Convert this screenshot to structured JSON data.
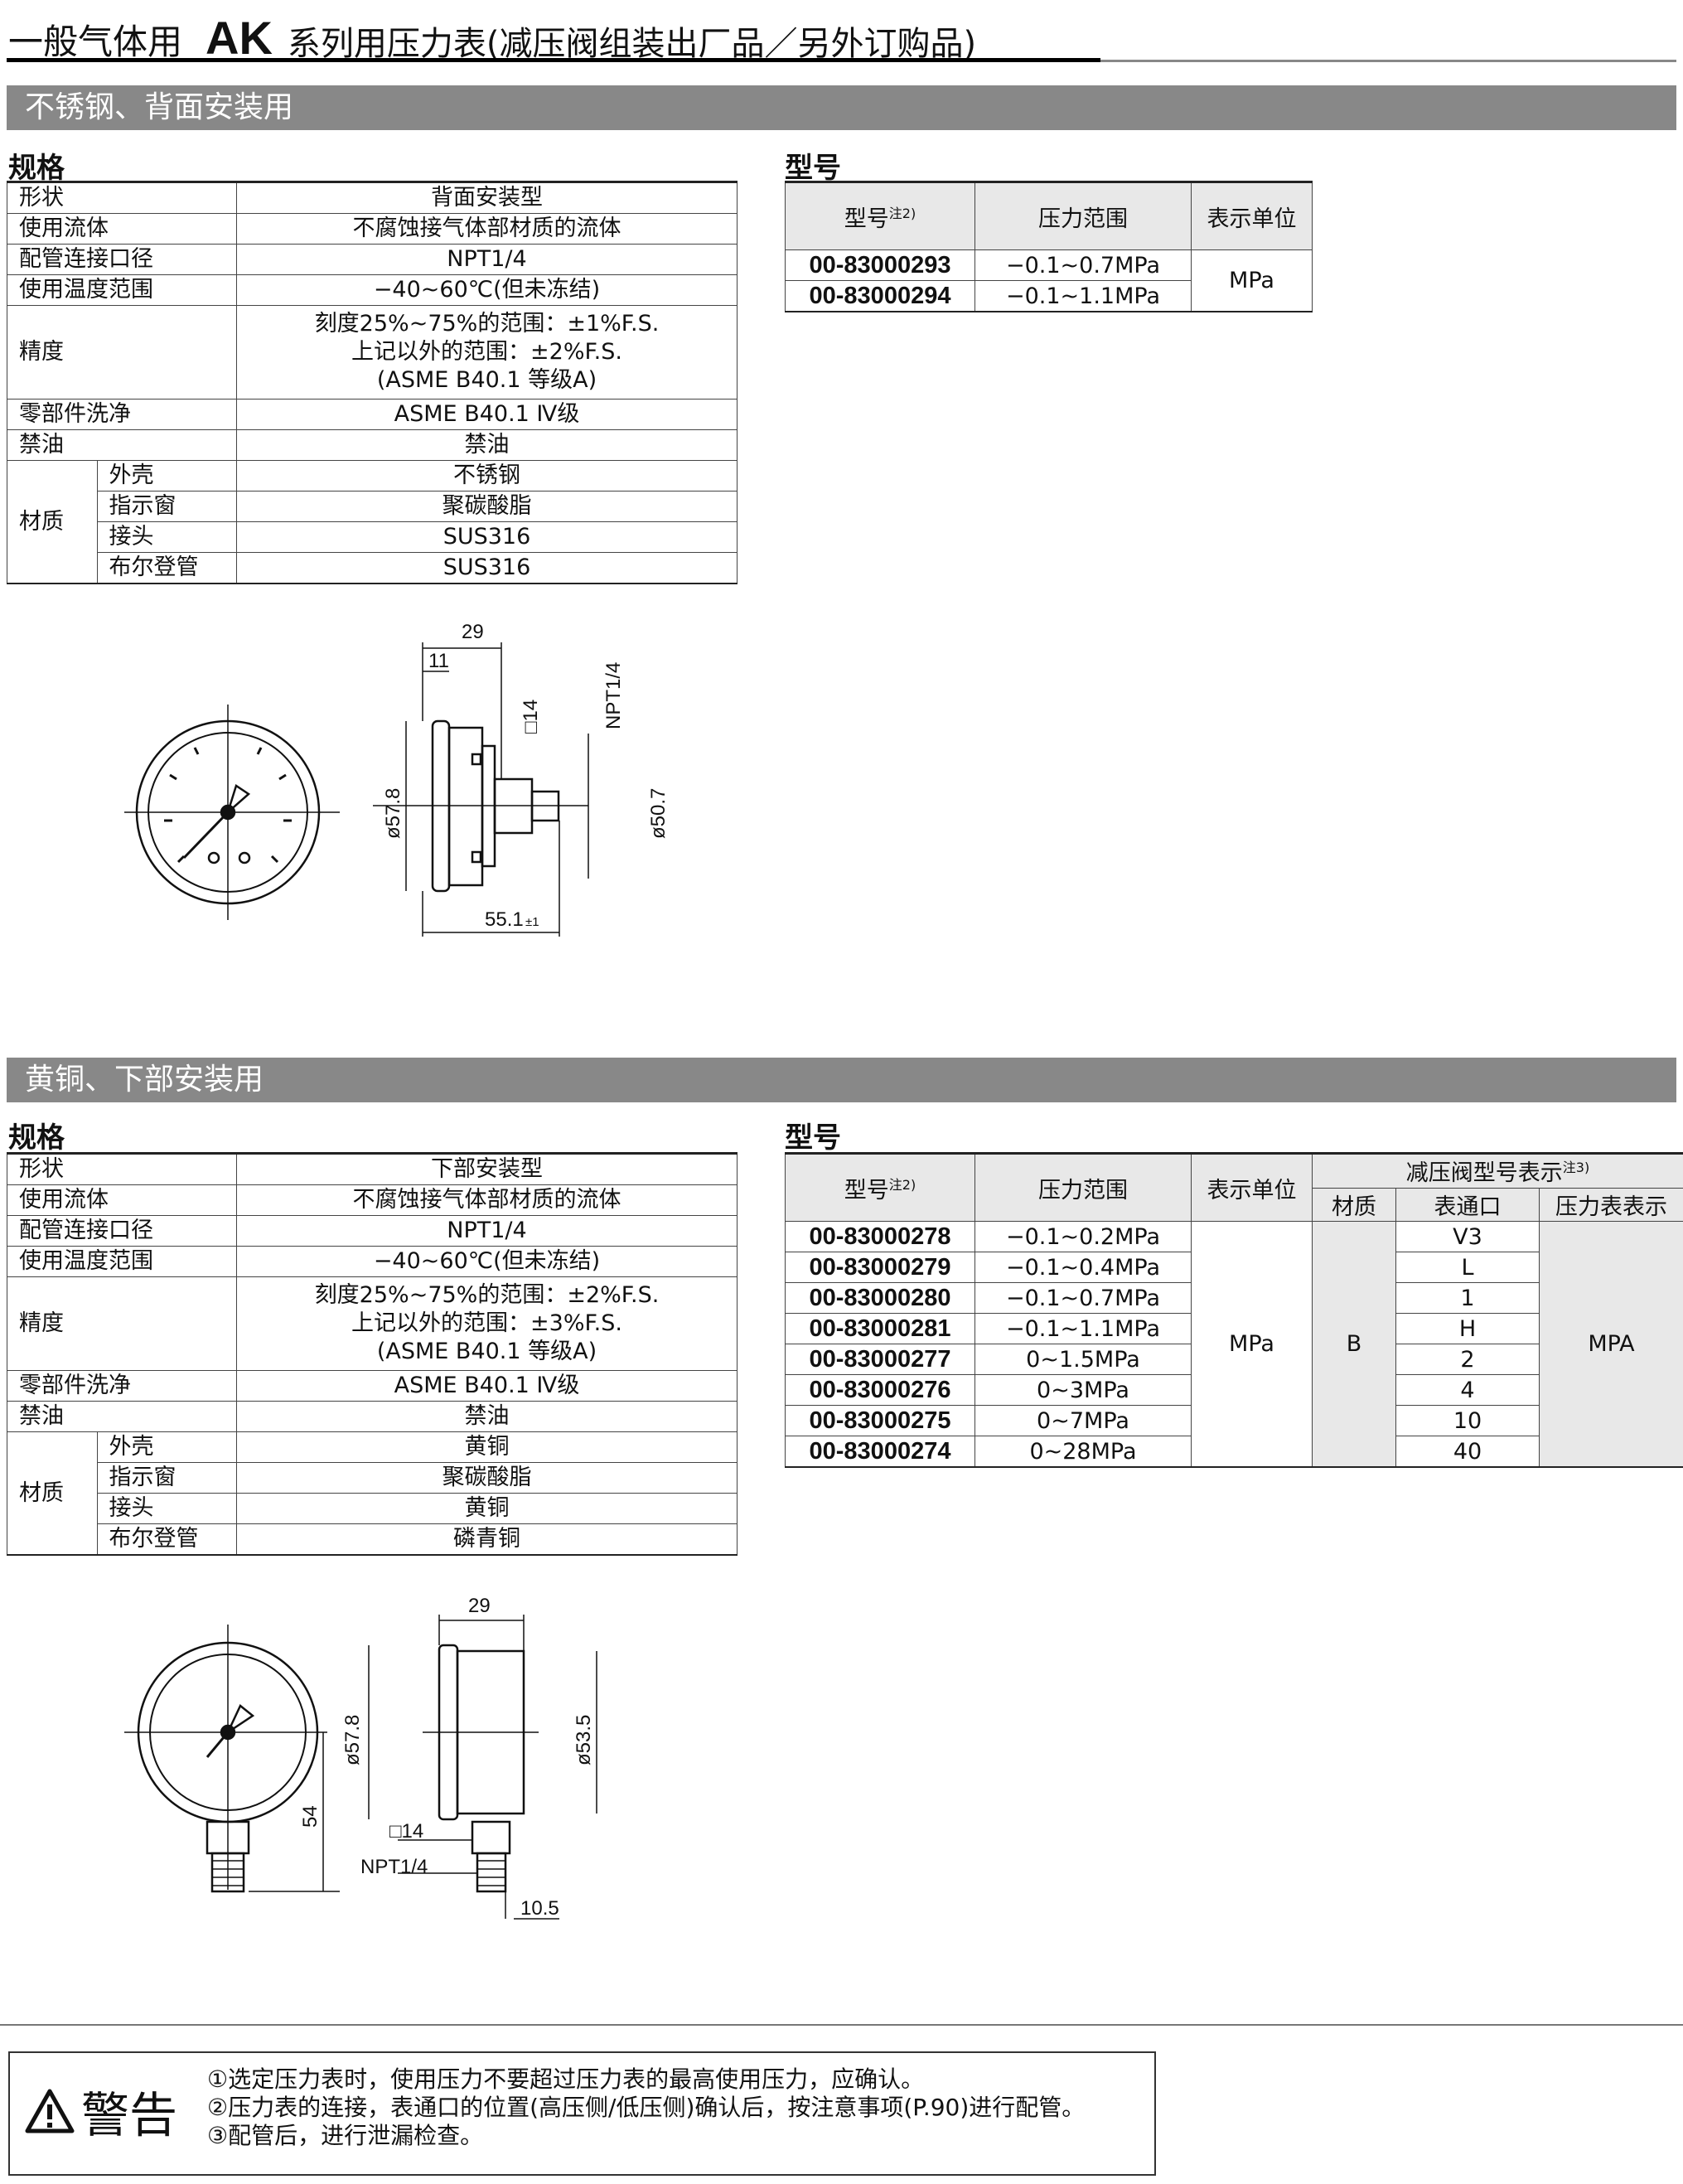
{
  "title": {
    "prefix": "一般气体用",
    "series": "AK",
    "suffix": "系列用压力表(减压阀组装出厂品／另外订购品)"
  },
  "section1": {
    "bar": "不锈钢、背面安装用",
    "spec_heading": "规格",
    "model_heading": "型号",
    "spec": {
      "shape_k": "形状",
      "shape_v": "背面安装型",
      "fluid_k": "使用流体",
      "fluid_v": "不腐蚀接气体部材质的流体",
      "port_k": "配管连接口径",
      "port_v": "NPT1/4",
      "temp_k": "使用温度范围",
      "temp_v": "−40~60℃(但未冻结)",
      "acc_k": "精度",
      "acc_v1": "刻度25%~75%的范围：±1%F.S.",
      "acc_v2": "上记以外的范围：±2%F.S.",
      "acc_v3": "(ASME B40.1 等级A)",
      "clean_k": "零部件洗净",
      "clean_v": "ASME B40.1 Ⅳ级",
      "oil_k": "禁油",
      "oil_v": "禁油",
      "mat_k": "材质",
      "case_k": "外壳",
      "case_v": "不锈钢",
      "win_k": "指示窗",
      "win_v": "聚碳酸脂",
      "joint_k": "接头",
      "joint_v": "SUS316",
      "bourdon_k": "布尔登管",
      "bourdon_v": "SUS316"
    },
    "model": {
      "h_pn": "型号",
      "h_note": "注2)",
      "h_range": "压力范围",
      "h_unit": "表示单位",
      "rows": [
        {
          "pn": "00-83000293",
          "range": "−0.1~0.7MPa"
        },
        {
          "pn": "00-83000294",
          "range": "−0.1~1.1MPa"
        }
      ],
      "unit": "MPa"
    },
    "dims": {
      "d29": "29",
      "d11": "11",
      "sq14": "□14",
      "npt": "NPT1/4",
      "d578": "ø57.8",
      "d507": "ø50.7",
      "d551": "55.1",
      "tol": "±1"
    }
  },
  "section2": {
    "bar": "黄铜、下部安装用",
    "spec_heading": "规格",
    "model_heading": "型号",
    "spec": {
      "shape_k": "形状",
      "shape_v": "下部安装型",
      "fluid_k": "使用流体",
      "fluid_v": "不腐蚀接气体部材质的流体",
      "port_k": "配管连接口径",
      "port_v": "NPT1/4",
      "temp_k": "使用温度范围",
      "temp_v": "−40~60℃(但未冻结)",
      "acc_k": "精度",
      "acc_v1": "刻度25%~75%的范围：±2%F.S.",
      "acc_v2": "上记以外的范围：±3%F.S.",
      "acc_v3": "(ASME B40.1 等级A)",
      "clean_k": "零部件洗净",
      "clean_v": "ASME B40.1 Ⅳ级",
      "oil_k": "禁油",
      "oil_v": "禁油",
      "mat_k": "材质",
      "case_k": "外壳",
      "case_v": "黄铜",
      "win_k": "指示窗",
      "win_v": "聚碳酸脂",
      "joint_k": "接头",
      "joint_v": "黄铜",
      "bourdon_k": "布尔登管",
      "bourdon_v": "磷青铜"
    },
    "model": {
      "h_pn": "型号",
      "h_note": "注2)",
      "h_range": "压力范围",
      "h_unit": "表示单位",
      "h_reg": "减压阀型号表示",
      "h_reg_note": "注3)",
      "h_mat": "材质",
      "h_port": "表通口",
      "h_gauge": "压力表表示",
      "rows": [
        {
          "pn": "00-83000278",
          "range": "−0.1~0.2MPa",
          "port": "V3"
        },
        {
          "pn": "00-83000279",
          "range": "−0.1~0.4MPa",
          "port": "L"
        },
        {
          "pn": "00-83000280",
          "range": "−0.1~0.7MPa",
          "port": "1"
        },
        {
          "pn": "00-83000281",
          "range": "−0.1~1.1MPa",
          "port": "H"
        },
        {
          "pn": "00-83000277",
          "range": "0~1.5MPa",
          "port": "2"
        },
        {
          "pn": "00-83000276",
          "range": "0~3MPa",
          "port": "4"
        },
        {
          "pn": "00-83000275",
          "range": "0~7MPa",
          "port": "10"
        },
        {
          "pn": "00-83000274",
          "range": "0~28MPa",
          "port": "40"
        }
      ],
      "unit": "MPa",
      "mat": "B",
      "gauge": "MPA"
    },
    "dims": {
      "d29": "29",
      "d578": "ø57.8",
      "d535": "ø53.5",
      "d54": "54",
      "sq14": "□14",
      "npt": "NPT1/4",
      "d105": "10.5"
    }
  },
  "warning": {
    "title": "警告",
    "line1": "①选定压力表时，使用压力不要超过压力表的最高使用压力，应确认。",
    "line2": "②压力表的连接，表通口的位置(高压侧/低压侧)确认后，按注意事项(P.90)进行配管。",
    "line3": "③配管后，进行泄漏检查。"
  },
  "icons": {
    "warning": "warning-triangle-icon"
  }
}
